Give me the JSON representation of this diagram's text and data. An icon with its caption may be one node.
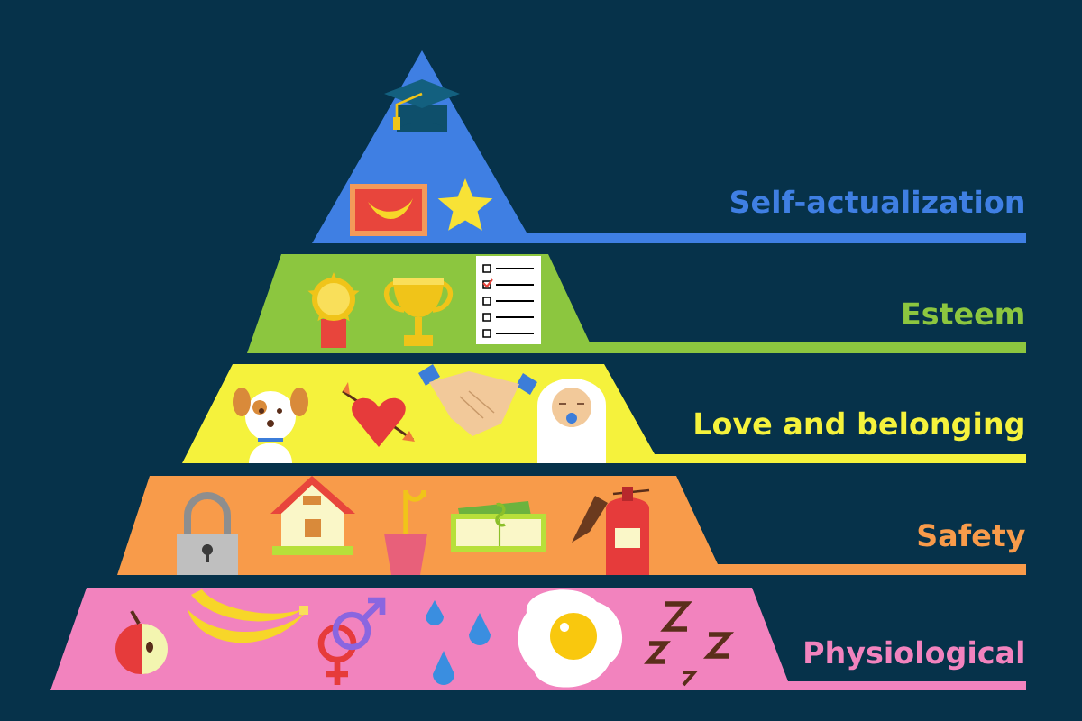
{
  "diagram": {
    "nodes": [
      {
        "text": [
          "Self-actualization"
        ]
      },
      {
        "text": [
          "Esteem"
        ]
      },
      {
        "text": [
          "Love and belonging"
        ]
      },
      {
        "text": [
          "Safety"
        ]
      },
      {
        "text": [
          "Physiological"
        ]
      }
    ]
  }
}
